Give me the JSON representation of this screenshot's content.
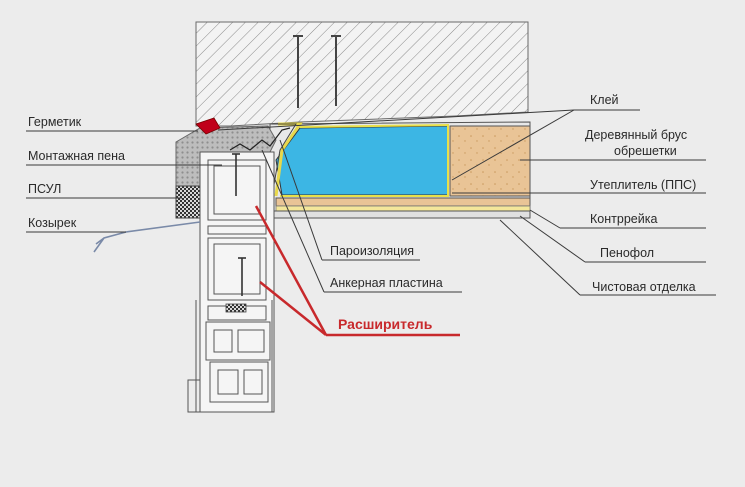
{
  "labels": {
    "germetik": "Герметик",
    "montazhnaya_pena": "Монтажная пена",
    "psul": "ПСУЛ",
    "kozyrek": "Козырек",
    "klei": "Клей",
    "brus_line1": "Деревянный брус",
    "brus_line2": "обрешетки",
    "uteplitel": "Утеплитель (ППС)",
    "kontrreika": "Контррейка",
    "penofol": "Пенофол",
    "chistovaya": "Чистовая отделка",
    "paroizolyaciya": "Пароизоляция",
    "ankernaya": "Анкерная пластина",
    "rasshiritel": "Расширитель"
  },
  "colors": {
    "background": "#ececec",
    "insulation": "#3cb6e4",
    "wood": "#e9c496",
    "sealant": "#c0001a",
    "foam": "#bdbdbd",
    "vapor_barrier": "#e8e04a",
    "highlight_red": "#c8292c"
  }
}
